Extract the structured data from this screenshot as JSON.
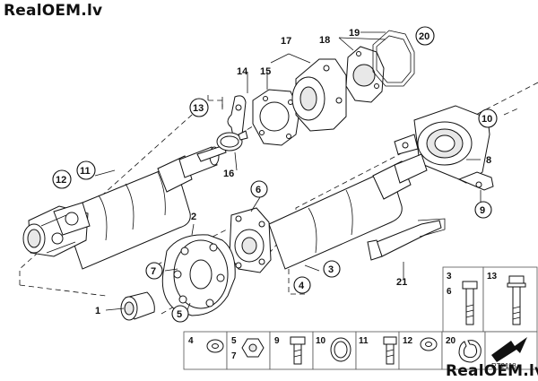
{
  "watermark_top": "RealOEM.lv",
  "watermark_bottom": "RealOEM.lv",
  "diagram_code": "RT2118",
  "callouts": [
    {
      "id": "c1",
      "label": "1"
    },
    {
      "id": "c2",
      "label": "2"
    },
    {
      "id": "c3",
      "label": "3"
    },
    {
      "id": "c4",
      "label": "4"
    },
    {
      "id": "c5",
      "label": "5"
    },
    {
      "id": "c6",
      "label": "6"
    },
    {
      "id": "c7",
      "label": "7"
    },
    {
      "id": "c8",
      "label": "8"
    },
    {
      "id": "c9",
      "label": "9"
    },
    {
      "id": "c10",
      "label": "10"
    },
    {
      "id": "c11",
      "label": "11"
    },
    {
      "id": "c12",
      "label": "12"
    },
    {
      "id": "c13",
      "label": "13"
    },
    {
      "id": "c14",
      "label": "14"
    },
    {
      "id": "c15",
      "label": "15"
    },
    {
      "id": "c16",
      "label": "16"
    },
    {
      "id": "c17",
      "label": "17"
    },
    {
      "id": "c18",
      "label": "18"
    },
    {
      "id": "c19",
      "label": "19"
    },
    {
      "id": "c20",
      "label": "20"
    },
    {
      "id": "c21",
      "label": "21"
    }
  ],
  "fastener_panel": {
    "upper": [
      {
        "labels": [
          "3",
          "6"
        ],
        "icon": "bolt-long"
      },
      {
        "labels": [
          "13"
        ],
        "icon": "bolt-collared"
      }
    ],
    "lower": [
      {
        "labels": [
          "4"
        ],
        "icon": "washer"
      },
      {
        "labels": [
          "5",
          "7"
        ],
        "icon": "hex-nut"
      },
      {
        "labels": [
          "9"
        ],
        "icon": "bolt-short"
      },
      {
        "labels": [
          "10"
        ],
        "icon": "washer-large"
      },
      {
        "labels": [
          "11"
        ],
        "icon": "bolt-short"
      },
      {
        "labels": [
          "12"
        ],
        "icon": "washer"
      },
      {
        "labels": [
          "20"
        ],
        "icon": "snap-ring"
      }
    ]
  }
}
